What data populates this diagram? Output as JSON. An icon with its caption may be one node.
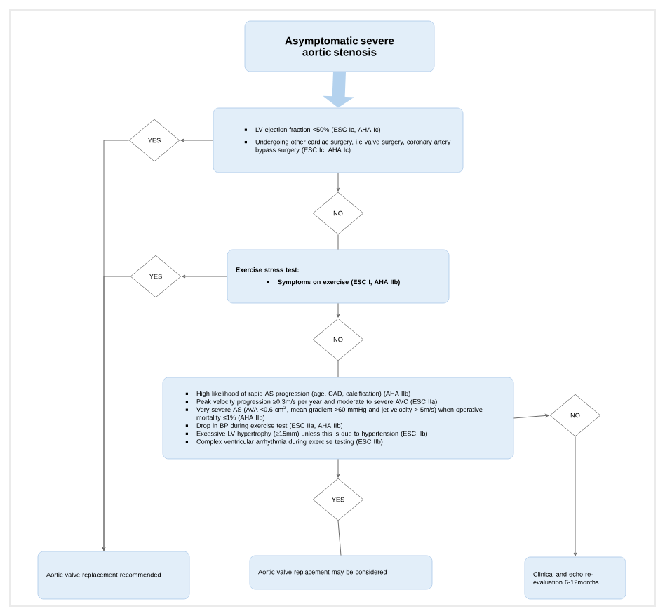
{
  "diagram": {
    "nodes": [
      {
        "text": [
          "Asymptomatic severe aortic stenosis"
        ]
      },
      {
        "text": [
          "LV ejection fraction <50% (ESC Ic, AHA Ic)",
          "Undergoing other cardiac surgery, i.e valve surgery, coronary artery bypass surgery (ESC Ic, AHA Ic)"
        ]
      },
      {
        "text": [
          "YES"
        ]
      },
      {
        "text": [
          "NO"
        ]
      },
      {
        "text": [
          "Exercise stress test:",
          "Symptoms on exercise (ESC I, AHA IIb)"
        ]
      },
      {
        "text": [
          "YES"
        ]
      },
      {
        "text": [
          "NO"
        ]
      },
      {
        "text": [
          "High likelihood of rapid AS progression (age, CAD, calcification) (AHA IIb)",
          "Peak velocity progression ≥0.3m/s per year and moderate to severe AVC (ESC IIa)",
          "Very severe AS (AVA <0.6 cm$^{2}$, mean gradient >60 mmHg and jet velocity > 5m/s) when operative mortality ≤1% (AHA IIb)",
          "Drop in BP during exercise test (ESC IIa, AHA IIb)",
          "Excessive LV hypertrophy (≥15mm) unless this is due to hypertension (ESC IIb)",
          "Complex ventricular arrhythmia during exercise testing (ESC IIb)"
        ]
      },
      {
        "text": [
          "YES"
        ]
      },
      {
        "text": [
          "NO"
        ]
      },
      {
        "text": [
          "Aortic valve replacement recommended"
        ]
      },
      {
        "text": [
          "Aortic valve replacement may be considered"
        ]
      },
      {
        "text": [
          "Clinical and echo re-evaluation 6-12months"
        ]
      }
    ],
    "edges": [
      {
        "from": 0,
        "to": 1,
        "arrow": "to",
        "style": "thick",
        "color": "#b4d2ee"
      },
      {
        "from": 1,
        "to": 2,
        "arrow": "to"
      },
      {
        "from": 1,
        "to": 3,
        "arrow": "to"
      },
      {
        "from": 3,
        "to": 4,
        "arrow": "none"
      },
      {
        "from": 4,
        "to": 5,
        "arrow": "to"
      },
      {
        "from": 4,
        "to": 6,
        "arrow": "to"
      },
      {
        "from": 6,
        "to": 7,
        "arrow": "none"
      },
      {
        "from": 2,
        "to": 10,
        "arrow": "to"
      },
      {
        "from": 5,
        "to": 10,
        "arrow": "to"
      },
      {
        "from": 7,
        "to": 8,
        "arrow": "to"
      },
      {
        "from": 8,
        "to": 11,
        "arrow": "none"
      },
      {
        "from": 7,
        "to": 9,
        "arrow": "to"
      },
      {
        "from": 9,
        "to": 12,
        "arrow": "to"
      }
    ]
  }
}
